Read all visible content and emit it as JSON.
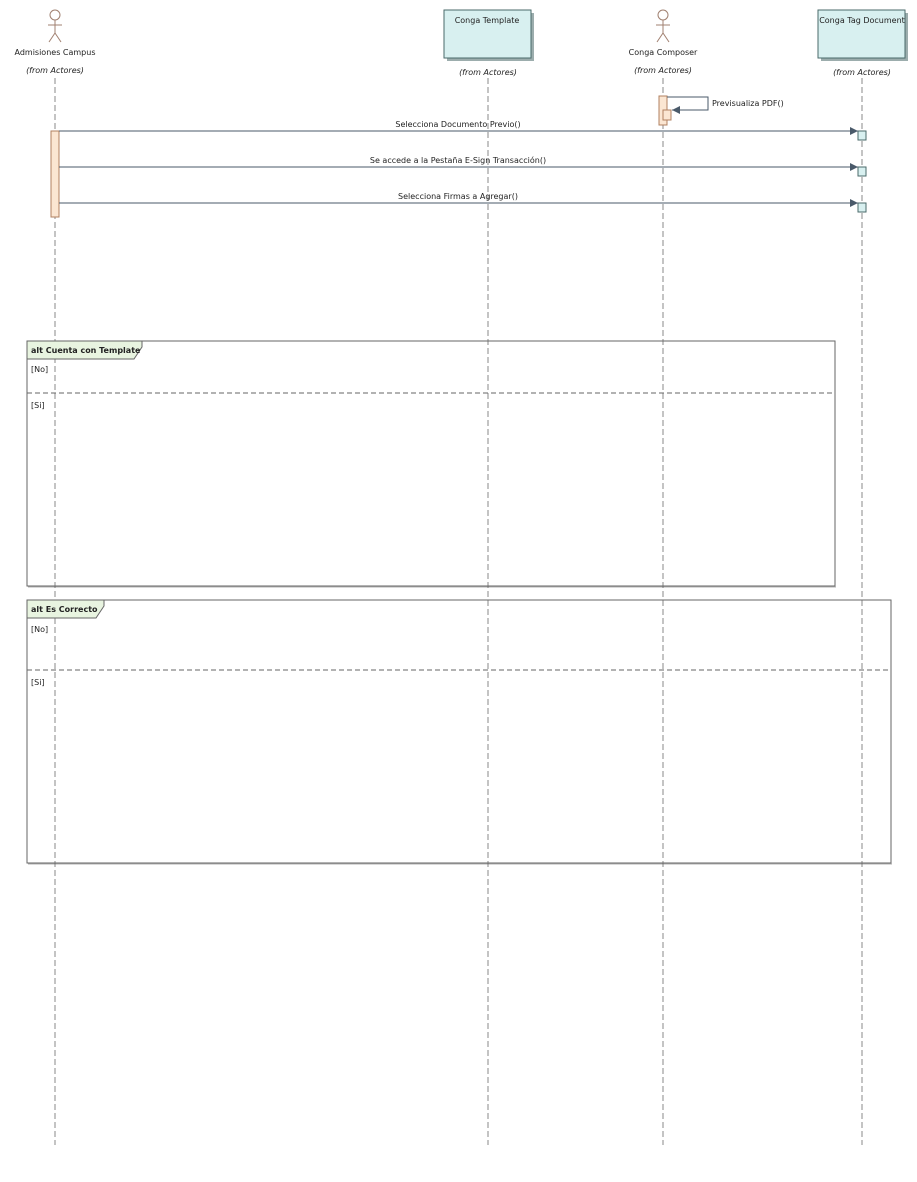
{
  "participants": [
    {
      "id": "admisiones",
      "name": "Admisiones Campus",
      "kind": "actor",
      "stereotype": "(from Actores)"
    },
    {
      "id": "template",
      "name": "Conga Template",
      "kind": "class",
      "stereotype": "(from Actores)"
    },
    {
      "id": "composer",
      "name": "Conga Composer",
      "kind": "actor",
      "stereotype": "(from Actores)"
    },
    {
      "id": "tagdoc",
      "name": "Conga Tag Document",
      "kind": "class",
      "stereotype": "(from Actores)"
    }
  ],
  "messages": [
    {
      "from": "composer",
      "to": "composer",
      "label": "Previsualiza PDF()",
      "self": true
    },
    {
      "from": "admisiones",
      "to": "tagdoc",
      "label": "Selecciona Documento Previo()"
    },
    {
      "from": "admisiones",
      "to": "tagdoc",
      "label": "Se accede a la Pestaña E-Sign Transacción()"
    },
    {
      "from": "admisiones",
      "to": "tagdoc",
      "label": "Selecciona Firmas a Agregar()"
    }
  ],
  "fragments": [
    {
      "title": "alt Cuenta con Template",
      "guards": [
        "[No]",
        "[Si]"
      ]
    },
    {
      "title": "alt Es Correcto",
      "guards": [
        "[No]",
        "[Si]"
      ]
    }
  ],
  "colors": {
    "lifeline": "#888888",
    "actor": "#a08070",
    "classFill": "#d8f0f0",
    "classStroke": "#4a6a6a",
    "activationFill": "#fbe6d2",
    "activationStroke": "#b08060",
    "arrow": "#4a5a6a",
    "fragmentHeader": "#e8f4e0",
    "fragmentStroke": "#666666"
  }
}
